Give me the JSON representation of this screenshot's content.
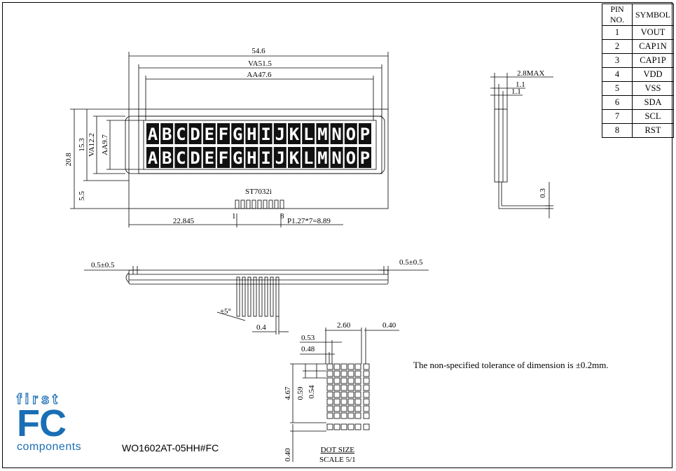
{
  "pin_table": {
    "headers": [
      "PIN NO.",
      "SYMBOL"
    ],
    "rows": [
      [
        "1",
        "VOUT"
      ],
      [
        "2",
        "CAP1N"
      ],
      [
        "3",
        "CAP1P"
      ],
      [
        "4",
        "VDD"
      ],
      [
        "5",
        "VSS"
      ],
      [
        "6",
        "SDA"
      ],
      [
        "7",
        "SCL"
      ],
      [
        "8",
        "RST"
      ]
    ]
  },
  "dims": {
    "overall_width": "54.6",
    "va_width": "VA51.5",
    "aa_width": "AA47.6",
    "overall_height": "20.8",
    "va_height": "VA12.2",
    "aa_height": "AA9.7",
    "module_height": "15.3",
    "bottom_height": "5.5",
    "controller": "ST7032i",
    "pin1": "1",
    "pin8": "8",
    "pin_offset": "22.845",
    "pitch": "P1.27*7=8.89",
    "thickness": "2.8MAX",
    "t1": "1.1",
    "t2": "1.1",
    "pin_t": "0.3",
    "left_tol": "0.5±0.5",
    "right_tol": "0.5±0.5",
    "angle": "±5°",
    "pin_w": "0.4",
    "char_w": "2.60",
    "char_gap": "0.40",
    "dot_pitch": "0.53",
    "dot_w": "0.48",
    "char_h": "4.67",
    "dot_pitch_v": "0.59",
    "dot_h": "0.54",
    "cursor_gap": "0.40"
  },
  "display_rows": [
    "ABCDEFGHIJKLMNOP",
    "ABCDEFGHIJKLMNOP"
  ],
  "note": "The non-specified tolerance of dimension is  ±0.2mm.",
  "dot_size": {
    "title": "DOT SIZE",
    "scale": "SCALE 5/1"
  },
  "logo": {
    "first": "first",
    "fc": "FC",
    "components": "components",
    "color": "#1a6eb5"
  },
  "part_number": "WO1602AT-05HH#FC"
}
